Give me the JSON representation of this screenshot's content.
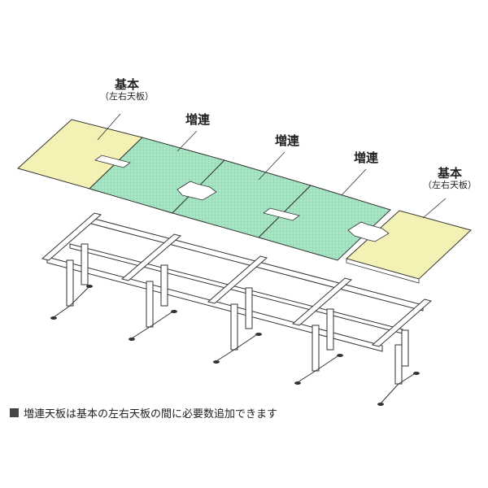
{
  "labels": {
    "base_left": {
      "main": "基本",
      "sub": "（左右天板）"
    },
    "ext_1": {
      "main": "増連"
    },
    "ext_2": {
      "main": "増連"
    },
    "ext_3": {
      "main": "増連"
    },
    "base_right": {
      "main": "基本",
      "sub": "（左右天板）"
    }
  },
  "caption": "増連天板は基本の左右天板の間に必要数追加できます",
  "colors": {
    "base_panel": "#f4f1b4",
    "ext_panel": "#a9e6c4",
    "grid": "#7cc7a3",
    "line": "#333333"
  }
}
